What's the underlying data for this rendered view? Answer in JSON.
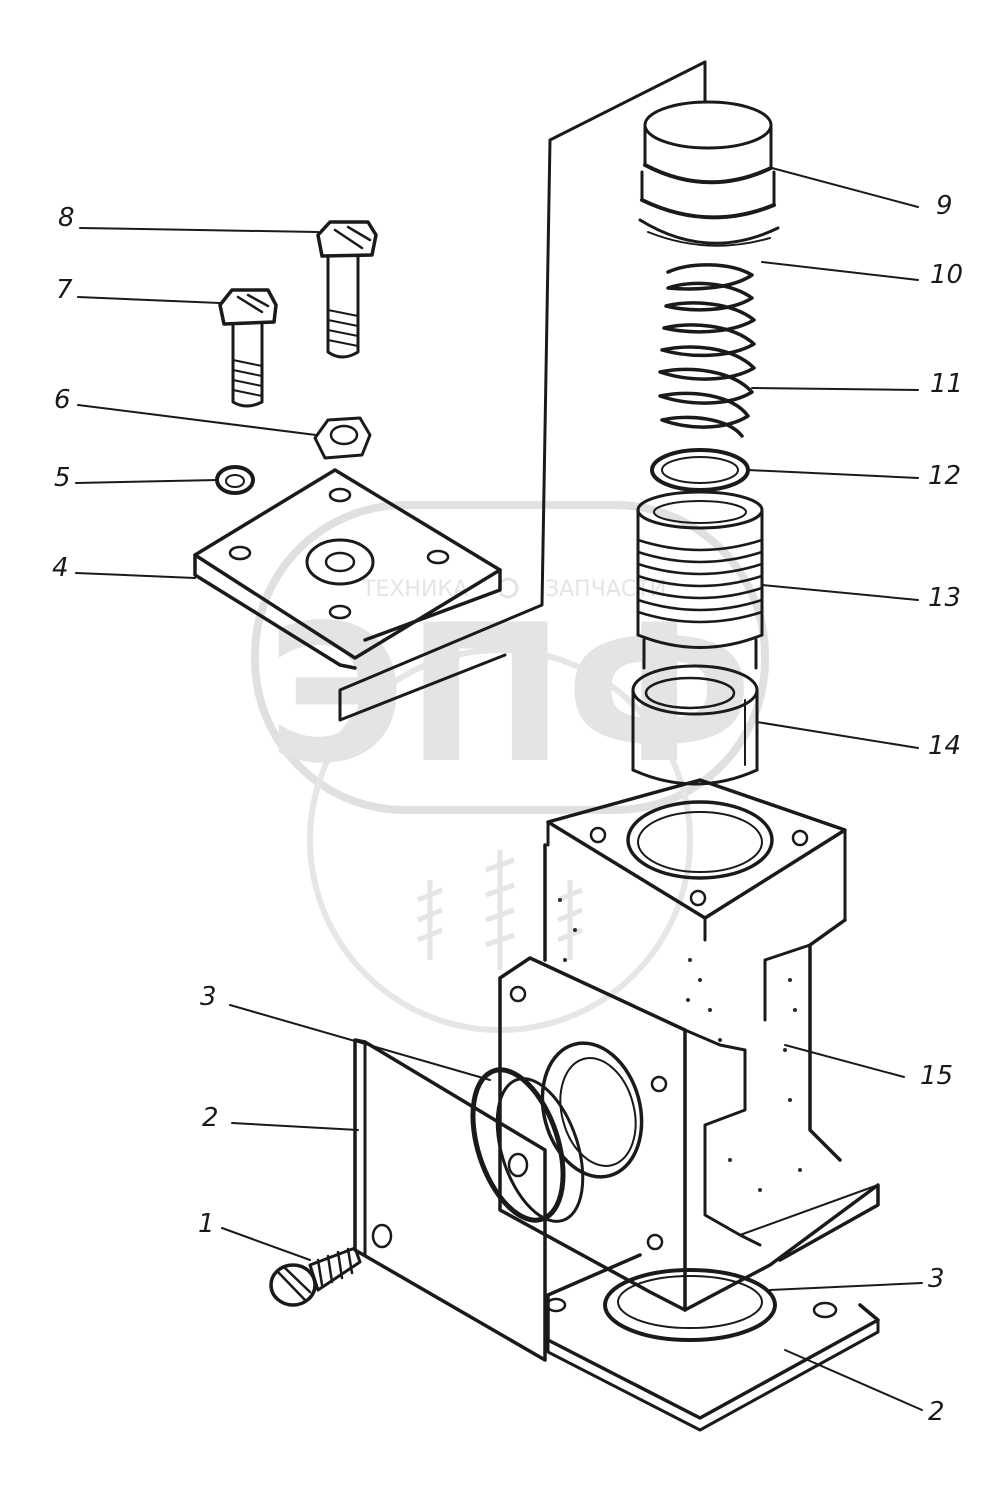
{
  "callouts": [
    {
      "id": "c1",
      "text": "1"
    },
    {
      "id": "c2a",
      "text": "2"
    },
    {
      "id": "c2b",
      "text": "2"
    },
    {
      "id": "c3a",
      "text": "3"
    },
    {
      "id": "c3b",
      "text": "3"
    },
    {
      "id": "c4",
      "text": "4"
    },
    {
      "id": "c5",
      "text": "5"
    },
    {
      "id": "c6",
      "text": "6"
    },
    {
      "id": "c7",
      "text": "7"
    },
    {
      "id": "c8",
      "text": "8"
    },
    {
      "id": "c9",
      "text": "9"
    },
    {
      "id": "c10",
      "text": "10"
    },
    {
      "id": "c11",
      "text": "11"
    },
    {
      "id": "c12",
      "text": "12"
    },
    {
      "id": "c13",
      "text": "13"
    },
    {
      "id": "c14",
      "text": "14"
    },
    {
      "id": "c15",
      "text": "15"
    }
  ],
  "watermark": {
    "left_text": "ТЕХНИКА",
    "right_text": "ЗАПЧАСТИ",
    "logo_letters": "ЭПФ"
  }
}
